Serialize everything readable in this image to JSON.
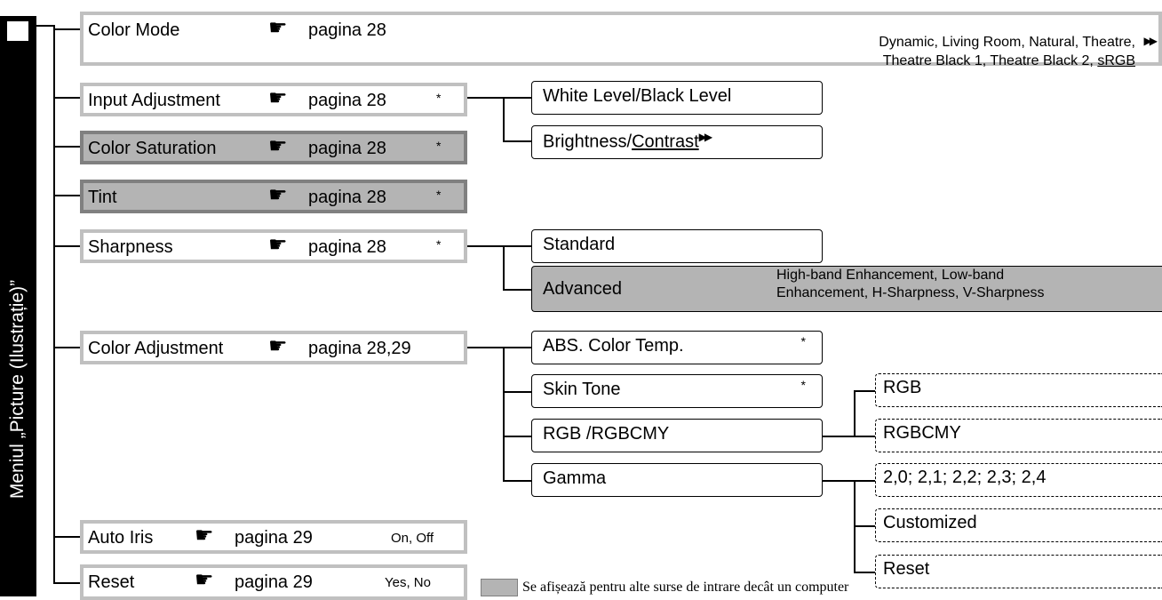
{
  "sidebar": {
    "title": "Meniul „Picture (Ilustrație)”"
  },
  "hand_glyph": "☛",
  "menu": {
    "color_mode": {
      "label": "Color Mode",
      "page": "pagina 28",
      "options_line1": "Dynamic, Living Room, Natural, Theatre,",
      "options_line2_prefix": "Theatre Black 1, Theatre Black 2, ",
      "options_line2_link": "sRGB"
    },
    "input_adjustment": {
      "label": "Input Adjustment",
      "page": "pagina 28",
      "mark": "*"
    },
    "color_saturation": {
      "label": "Color Saturation",
      "page": "pagina 28",
      "mark": "*"
    },
    "tint": {
      "label": "Tint",
      "page": "pagina 28",
      "mark": "*"
    },
    "sharpness": {
      "label": "Sharpness",
      "page": "pagina 28",
      "mark": "*"
    },
    "color_adjustment": {
      "label": "Color Adjustment",
      "page": "pagina 28,29"
    },
    "auto_iris": {
      "label": "Auto Iris",
      "page": "pagina 29",
      "options": "On, Off"
    },
    "reset": {
      "label": "Reset",
      "page": "pagina 29",
      "options": "Yes, No"
    }
  },
  "submenu": {
    "white_black_level": "White Level/Black Level",
    "brightness_prefix": "Brightness/",
    "brightness_link": "Contrast",
    "standard": "Standard",
    "advanced": "Advanced",
    "advanced_options_line1": "High-band Enhancement, Low-band",
    "advanced_options_line2": "Enhancement, H-Sharpness, V-Sharpness",
    "abs_color_temp": "ABS. Color Temp.",
    "abs_mark": "*",
    "skin_tone": "Skin Tone",
    "skin_mark": "*",
    "rgb_rgbcmy": "RGB /RGBCMY",
    "gamma": "Gamma"
  },
  "subsubmenu": {
    "rgb": "RGB",
    "rgbcmy": "RGBCMY",
    "gamma_values": "2,0; 2,1; 2,2; 2,3; 2,4",
    "customized": "Customized",
    "reset": "Reset"
  },
  "legend": {
    "text": "Se afișează pentru alte surse de intrare decât un computer",
    "color": "#b4b4b4"
  }
}
